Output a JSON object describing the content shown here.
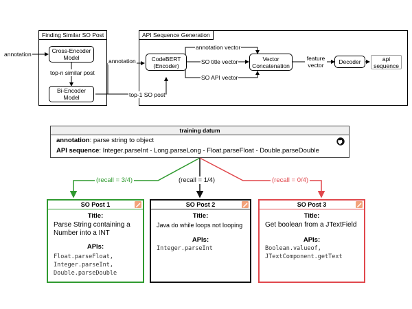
{
  "top": {
    "input_annotation": "annotation",
    "group1_title": "Finding Similar SO Post",
    "cross_encoder": "Cross-Encoder Model",
    "top_n": "top-n similar post",
    "bi_encoder": "Bi-Encoder Model",
    "group2_title": "API Sequence Generation",
    "annotation_to_codebert": "annotation",
    "top1": "top-1 SO post",
    "codebert": "CodeBERT (Encoder)",
    "annotation_vector": "annotation vector",
    "so_title_vector": "SO title vector",
    "so_api_vector": "SO API vector",
    "concat": "Vector Concatenation",
    "feature_vector": "feature vector",
    "decoder": "Decoder",
    "api_sequence": "api sequence"
  },
  "datum": {
    "header": "training datum",
    "annotation_key": "annotation",
    "annotation_val": ": parse string to object",
    "api_key": "API sequence",
    "api_val": ": Integer.parseInt - Long.parseLong - Float.parseFloat - Double.parseDouble"
  },
  "recalls": [
    "(recall = 3/4)",
    "(recall = 1/4)",
    "(recall = 0/4)"
  ],
  "colors": {
    "green": "#2f9a2f",
    "black": "#111111",
    "red": "#e0474c",
    "icon": "#f2a27a"
  },
  "posts": [
    {
      "header": "SO Post 1",
      "title_label": "Title",
      "title": "Parse String containing a Number into a INT",
      "apis_label": "APIs",
      "apis": [
        "Float.parseFloat,",
        "Integer.parseInt,",
        "Double.parseDouble"
      ]
    },
    {
      "header": "SO Post 2",
      "title_label": "Title",
      "title": "Java do while loops not looping",
      "apis_label": "APIs",
      "apis": [
        "Integer.parseInt"
      ]
    },
    {
      "header": "SO Post 3",
      "title_label": "Title",
      "title": "Get boolean from a JTextField",
      "apis_label": "APIs",
      "apis": [
        "Boolean.valueof,",
        "JTextComponent.getText"
      ]
    }
  ]
}
